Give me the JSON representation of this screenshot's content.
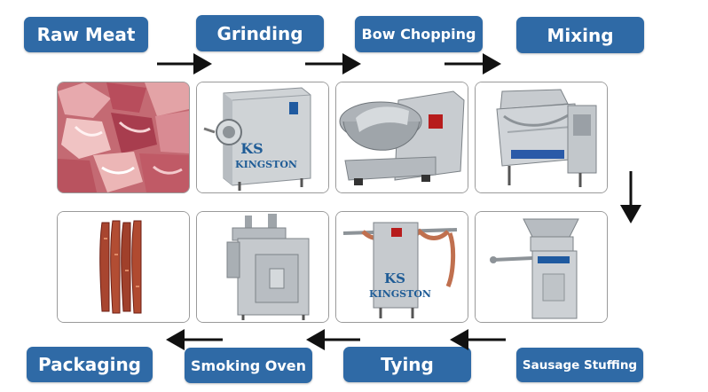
{
  "steps": [
    {
      "label": "Raw Meat"
    },
    {
      "label": "Grinding"
    },
    {
      "label": "Bow Chopping"
    },
    {
      "label": "Mixing"
    },
    {
      "label": "Sausage Stuffing"
    },
    {
      "label": "Tying"
    },
    {
      "label": "Smoking Oven"
    },
    {
      "label": "Packaging"
    }
  ],
  "watermark": {
    "logo": "KS",
    "brand": "KINGSTON"
  },
  "colors": {
    "label_bg": "#2f6aa6",
    "label_text": "#ffffff",
    "arrow": "#111111"
  }
}
